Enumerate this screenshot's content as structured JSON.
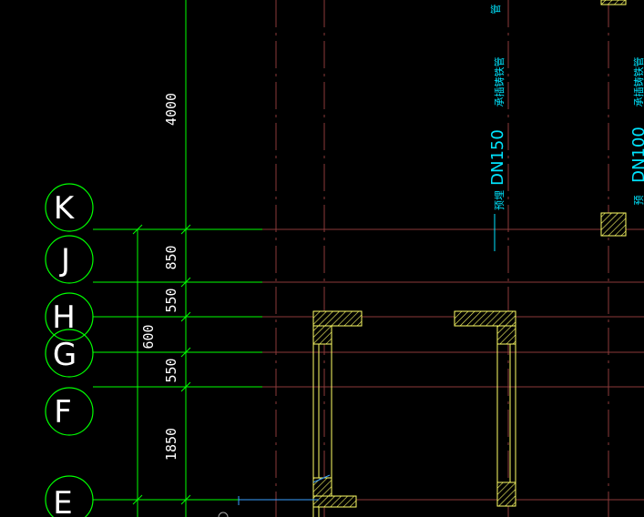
{
  "axes": [
    {
      "label": "K"
    },
    {
      "label": "J"
    },
    {
      "label": "H"
    },
    {
      "label": "G"
    },
    {
      "label": "F"
    },
    {
      "label": "E"
    }
  ],
  "dimensions": [
    {
      "text": "4000"
    },
    {
      "text": "850"
    },
    {
      "text": "550"
    },
    {
      "text": "600"
    },
    {
      "text": "550"
    },
    {
      "text": "1850"
    }
  ],
  "pipe_labels": {
    "pipe_a_size": "DN150",
    "pipe_a_note": "承插铸铁管",
    "pipe_a_prefix": "预埋",
    "pipe_a_top": "管",
    "pipe_b_size": "DN100",
    "pipe_b_note": "承插铸铁管",
    "pipe_b_prefix": "预"
  },
  "colors": {
    "background": "#000000",
    "axis_bubble": "#00ff00",
    "grid_line": "#8b3a3a",
    "dimension_line": "#00ff00",
    "wall": "#ffff66",
    "pipe_text": "#00e5ff"
  }
}
